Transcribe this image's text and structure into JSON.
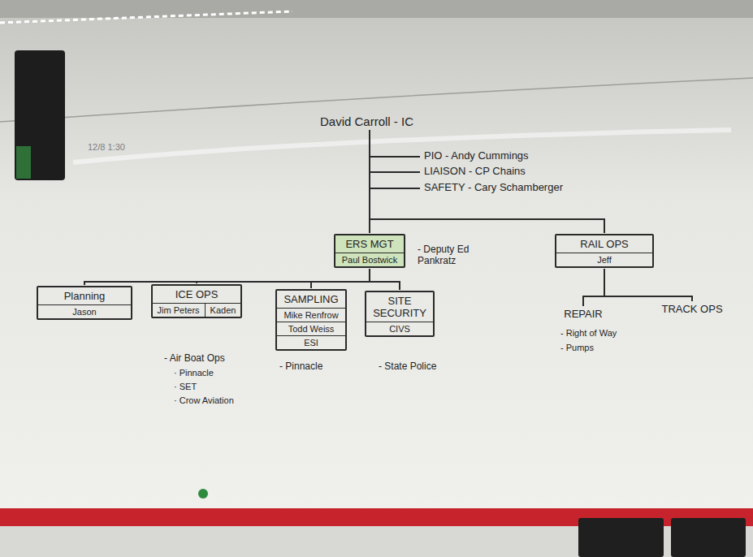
{
  "diagram": {
    "nodes": [
      {
        "text": [
          "David Carroll - IC"
        ]
      },
      {
        "text": [
          "ERS MGT",
          "Paul Bostwick"
        ]
      },
      {
        "text": [
          "Planning",
          "Jason"
        ]
      },
      {
        "text": [
          "ICE OPS",
          "Jim Peters",
          "Kaden"
        ]
      },
      {
        "text": [
          "SAMPLING",
          "Mike Renfrow",
          "Todd Weiss",
          "ESI"
        ]
      },
      {
        "text": [
          "SITE SECURITY",
          "CIVS"
        ]
      },
      {
        "text": [
          "RAIL OPS",
          "Jeff"
        ]
      },
      {
        "text": [
          "REPAIR"
        ]
      },
      {
        "text": [
          "TRACK OPS"
        ]
      }
    ],
    "edges": [
      {
        "from": 0,
        "to": 1,
        "arrow": "none"
      },
      {
        "from": 0,
        "to": 6,
        "arrow": "none"
      },
      {
        "from": 1,
        "to": 2,
        "arrow": "none"
      },
      {
        "from": 1,
        "to": 3,
        "arrow": "none"
      },
      {
        "from": 1,
        "to": 4,
        "arrow": "none"
      },
      {
        "from": 1,
        "to": 5,
        "arrow": "none"
      },
      {
        "from": 6,
        "to": 7,
        "arrow": "none"
      },
      {
        "from": 6,
        "to": 8,
        "arrow": "none"
      }
    ],
    "labels": [
      "12/8 1:30",
      "PIO - Andy Cummings",
      "LIAISON - CP Chains",
      "SAFETY - Cary Schamberger",
      "- Deputy Ed Pankratz",
      "- Air Boat Ops",
      "· Pinnacle",
      "· SET",
      "· Crow Aviation",
      "- Pinnacle",
      "- State Police",
      "- Right of Way",
      "- Pumps"
    ]
  }
}
